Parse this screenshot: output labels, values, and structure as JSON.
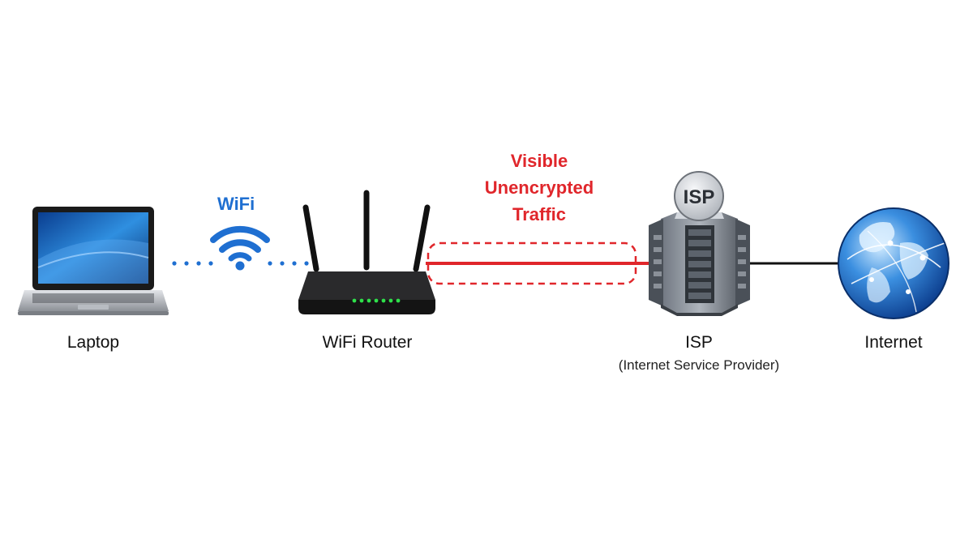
{
  "nodes": {
    "laptop": {
      "label": "Laptop"
    },
    "router": {
      "label": "WiFi Router"
    },
    "isp": {
      "label": "ISP",
      "sublabel": "(Internet Service Provider)",
      "badge": "ISP"
    },
    "internet": {
      "label": "Internet"
    }
  },
  "links": {
    "wifi": {
      "label": "WiFi",
      "color": "#1f6fd1"
    },
    "traffic": {
      "lines": [
        "Visible",
        "Unencrypted",
        "Traffic"
      ],
      "color": "#e0262b"
    }
  },
  "icons": [
    "laptop-icon",
    "wifi-icon",
    "router-icon",
    "server-tower-icon",
    "globe-icon"
  ]
}
